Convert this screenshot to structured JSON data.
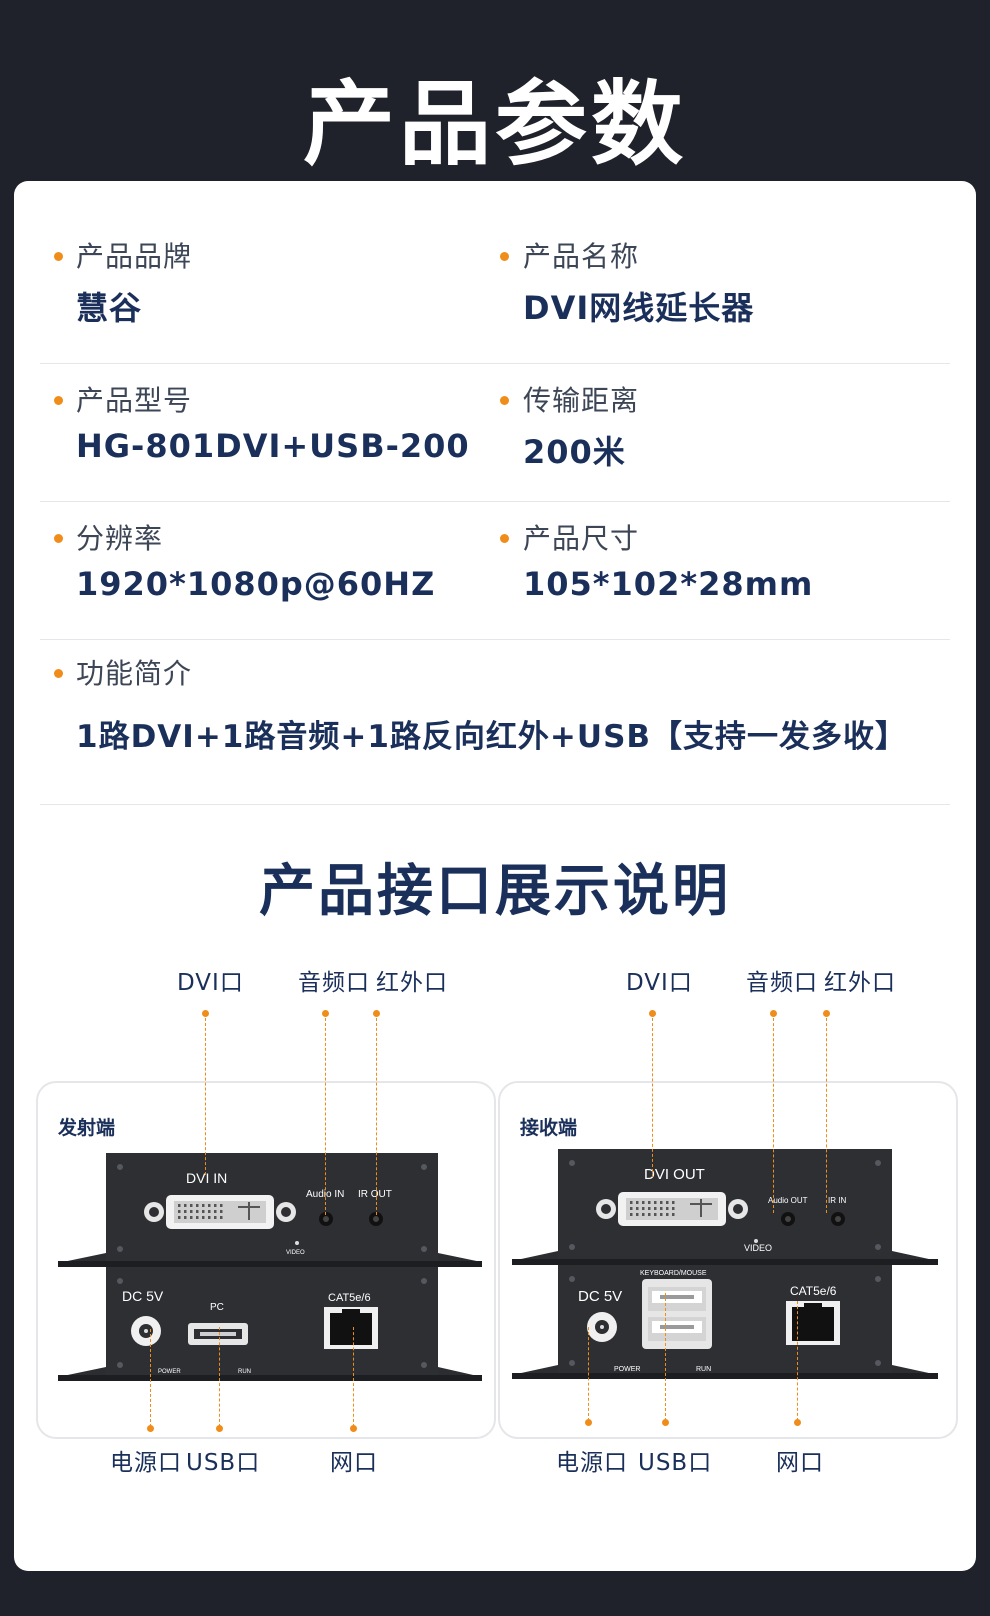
{
  "page_title": "产品参数",
  "specs": {
    "brand": {
      "label": "产品品牌",
      "value": "慧谷"
    },
    "name": {
      "label": "产品名称",
      "value": "DVI网线延长器"
    },
    "model": {
      "label": "产品型号",
      "value": "HG-801DVI+USB-200"
    },
    "distance": {
      "label": "传输距离",
      "value": "200米"
    },
    "resolution": {
      "label": "分辨率",
      "value": "1920*1080p@60HZ"
    },
    "size": {
      "label": "产品尺寸",
      "value": "105*102*28mm"
    },
    "features": {
      "label": "功能简介",
      "value": "1路DVI+1路音频+1路反向红外+USB【支持一发多收】"
    }
  },
  "interfaces": {
    "title": "产品接口展示说明",
    "transmitter": {
      "panel_label": "发射端",
      "top_callouts": {
        "dvi": "DVI口",
        "audio": "音频口",
        "ir": "红外口"
      },
      "bottom_callouts": {
        "power": "电源口",
        "usb": "USB口",
        "network": "网口"
      },
      "front": {
        "dvi": "DVI IN",
        "audio": "Audio IN",
        "ir": "IR OUT",
        "video": "VIDEO"
      },
      "back": {
        "dc": "DC 5V",
        "usb": "PC",
        "rj45": "CAT5e/6",
        "power": "POWER",
        "run": "RUN"
      }
    },
    "receiver": {
      "panel_label": "接收端",
      "top_callouts": {
        "dvi": "DVI口",
        "audio": "音频口",
        "ir": "红外口"
      },
      "bottom_callouts": {
        "power": "电源口",
        "usb": "USB口",
        "network": "网口"
      },
      "front": {
        "dvi": "DVI OUT",
        "audio": "Audio OUT",
        "ir": "IR IN",
        "video": "VIDEO"
      },
      "back": {
        "dc": "DC 5V",
        "usb": "KEYBOARD/MOUSE",
        "rj45": "CAT5e/6",
        "power": "POWER",
        "run": "RUN"
      }
    }
  },
  "colors": {
    "background": "#1f222b",
    "accent": "#f08c1a",
    "navy": "#1a2f5a"
  }
}
